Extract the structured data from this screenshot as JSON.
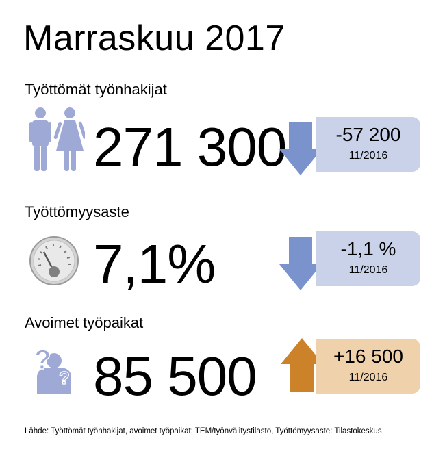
{
  "title": "Marraskuu 2017",
  "colors": {
    "blue": "#7b93cc",
    "blue_light": "#c9d2e9",
    "icon_blue": "#9fa9d5",
    "orange": "#cc8228",
    "orange_light": "#efd1ac"
  },
  "sections": [
    {
      "label": "Työttömät työnhakijat",
      "value": "271 300",
      "icon": "man-woman-icon",
      "trend": "down",
      "change": "-57 200",
      "period": "11/2016"
    },
    {
      "label": "Työttömyysaste",
      "value": "7,1%",
      "icon": "gauge-icon",
      "trend": "down",
      "change": "-1,1 %",
      "period": "11/2016"
    },
    {
      "label": "Avoimet työpaikat",
      "value": "85 500",
      "icon": "person-question-icon",
      "trend": "up",
      "change": "+16 500",
      "period": "11/2016"
    }
  ],
  "source": "Lähde: Työttömät työnhakijat, avoimet työpaikat: TEM/työnvälitystilasto, Työttömyysaste: Tilastokeskus"
}
